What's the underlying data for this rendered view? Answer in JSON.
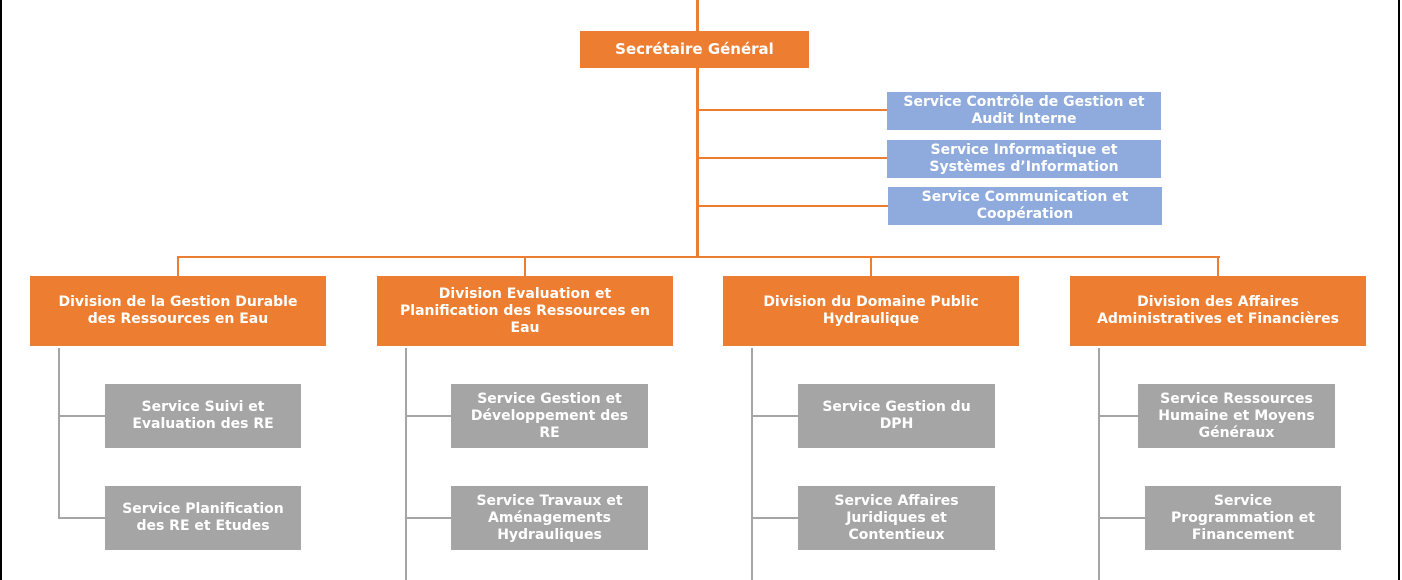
{
  "colors": {
    "division": "#ed7d31",
    "support_service": "#8faadc",
    "operational_service": "#a5a5a5",
    "connector_orange": "#ed7d31",
    "connector_gray": "#a5a5a5"
  },
  "secretary": {
    "label": "Secrétaire Général"
  },
  "support_services": [
    {
      "label": "Service Contrôle de Gestion et\nAudit Interne"
    },
    {
      "label": "Service Informatique et\nSystèmes d’Information"
    },
    {
      "label": "Service Communication et\nCoopération"
    }
  ],
  "divisions": [
    {
      "label": "Division de la Gestion Durable\ndes Ressources en Eau",
      "services": [
        {
          "label": "Service Suivi et\nEvaluation des RE"
        },
        {
          "label": "Service Planification\ndes RE et Etudes"
        }
      ]
    },
    {
      "label": "Division Evaluation et\nPlanification des Ressources en\nEau",
      "services": [
        {
          "label": "Service Gestion et\nDéveloppement des\nRE"
        },
        {
          "label": "Service Travaux et\nAménagements\nHydrauliques"
        }
      ]
    },
    {
      "label": "Division du Domaine Public\nHydraulique",
      "services": [
        {
          "label": "Service Gestion du\nDPH"
        },
        {
          "label": "Service Affaires\nJuridiques et\nContentieux"
        }
      ]
    },
    {
      "label": "Division des Affaires\nAdministratives et Financières",
      "services": [
        {
          "label": "Service Ressources\nHumaine et Moyens\nGénéraux"
        },
        {
          "label": "Service\nProgrammation et\nFinancement"
        }
      ]
    }
  ]
}
